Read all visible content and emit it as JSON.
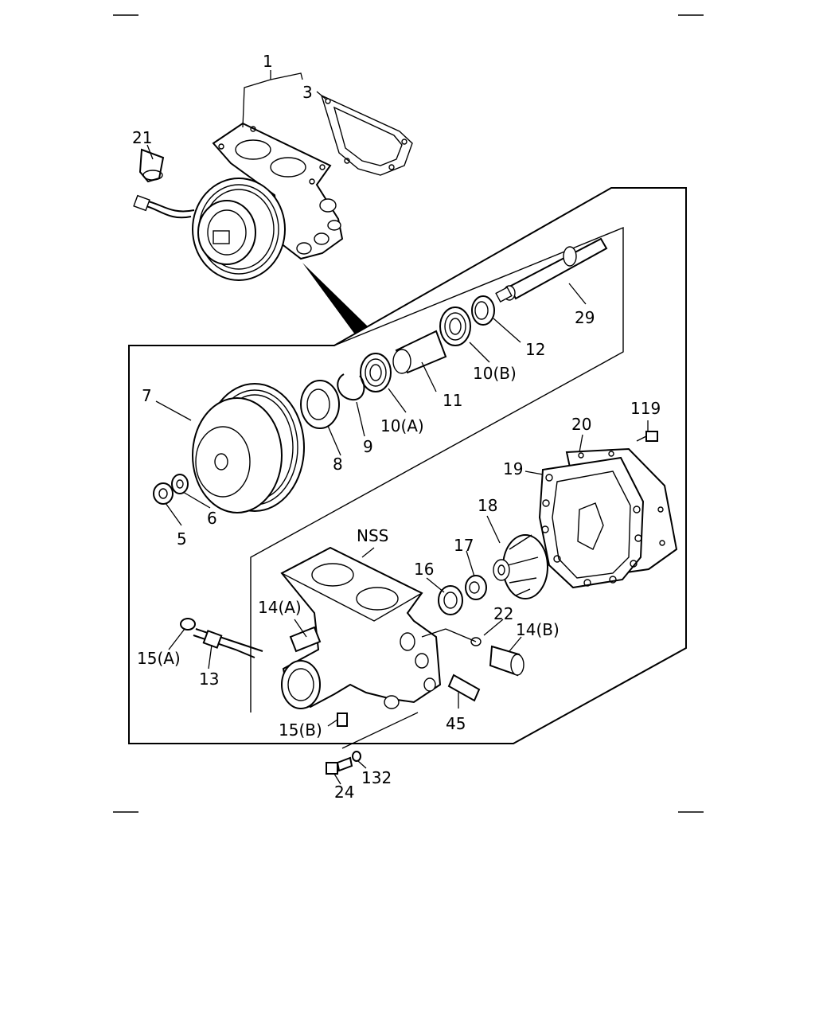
{
  "labels": {
    "p1": "1",
    "p3": "3",
    "p21": "21",
    "p29": "29",
    "p12": "12",
    "p10b": "10(B)",
    "p11": "11",
    "p10a": "10(A)",
    "p9": "9",
    "p8": "8",
    "p7": "7",
    "p6": "6",
    "p5": "5",
    "p119": "119",
    "p20": "20",
    "p19": "19",
    "p18": "18",
    "p17": "17",
    "p16": "16",
    "nss": "NSS",
    "p14a": "14(A)",
    "p22": "22",
    "p14b": "14(B)",
    "p15a": "15(A)",
    "p13": "13",
    "p45": "45",
    "p15b": "15(B)",
    "p132": "132",
    "p24": "24"
  }
}
